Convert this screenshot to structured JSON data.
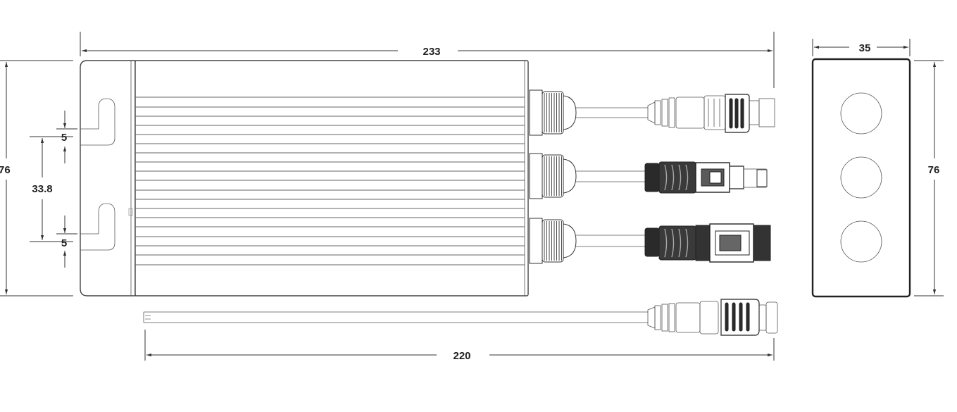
{
  "dimensions": {
    "overall_length": "233",
    "height": "76",
    "slot_width_top": "5",
    "slot_spacing": "33.8",
    "slot_width_bottom": "5",
    "cable_length": "220",
    "end_width": "35",
    "end_height": "76"
  }
}
